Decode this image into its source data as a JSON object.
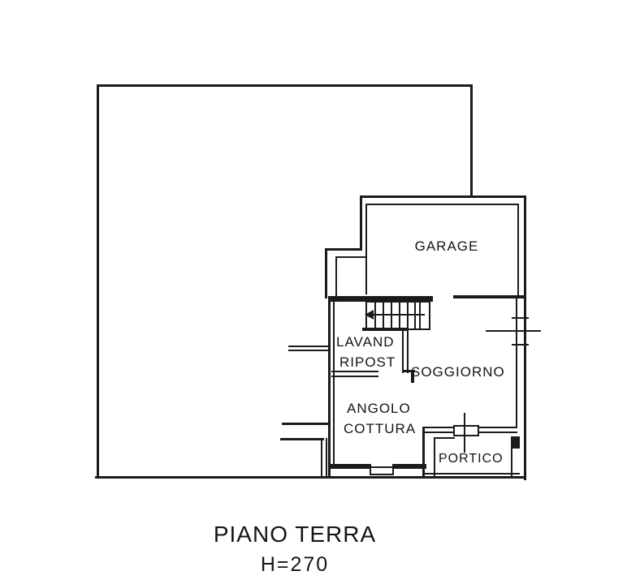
{
  "colors": {
    "background": "#ffffff",
    "line": "#1b1b1b",
    "text": "#151515"
  },
  "plan": {
    "rooms": {
      "garage": "GARAGE",
      "laundry_line1": "LAVAND",
      "laundry_line2": "RIPOST",
      "living_room": "SOGGIORNO",
      "kitchen_line1": "ANGOLO",
      "kitchen_line2": "COTTURA",
      "porch": "PORTICO"
    },
    "caption": {
      "title": "PIANO TERRA",
      "height_note": "H=270"
    }
  }
}
